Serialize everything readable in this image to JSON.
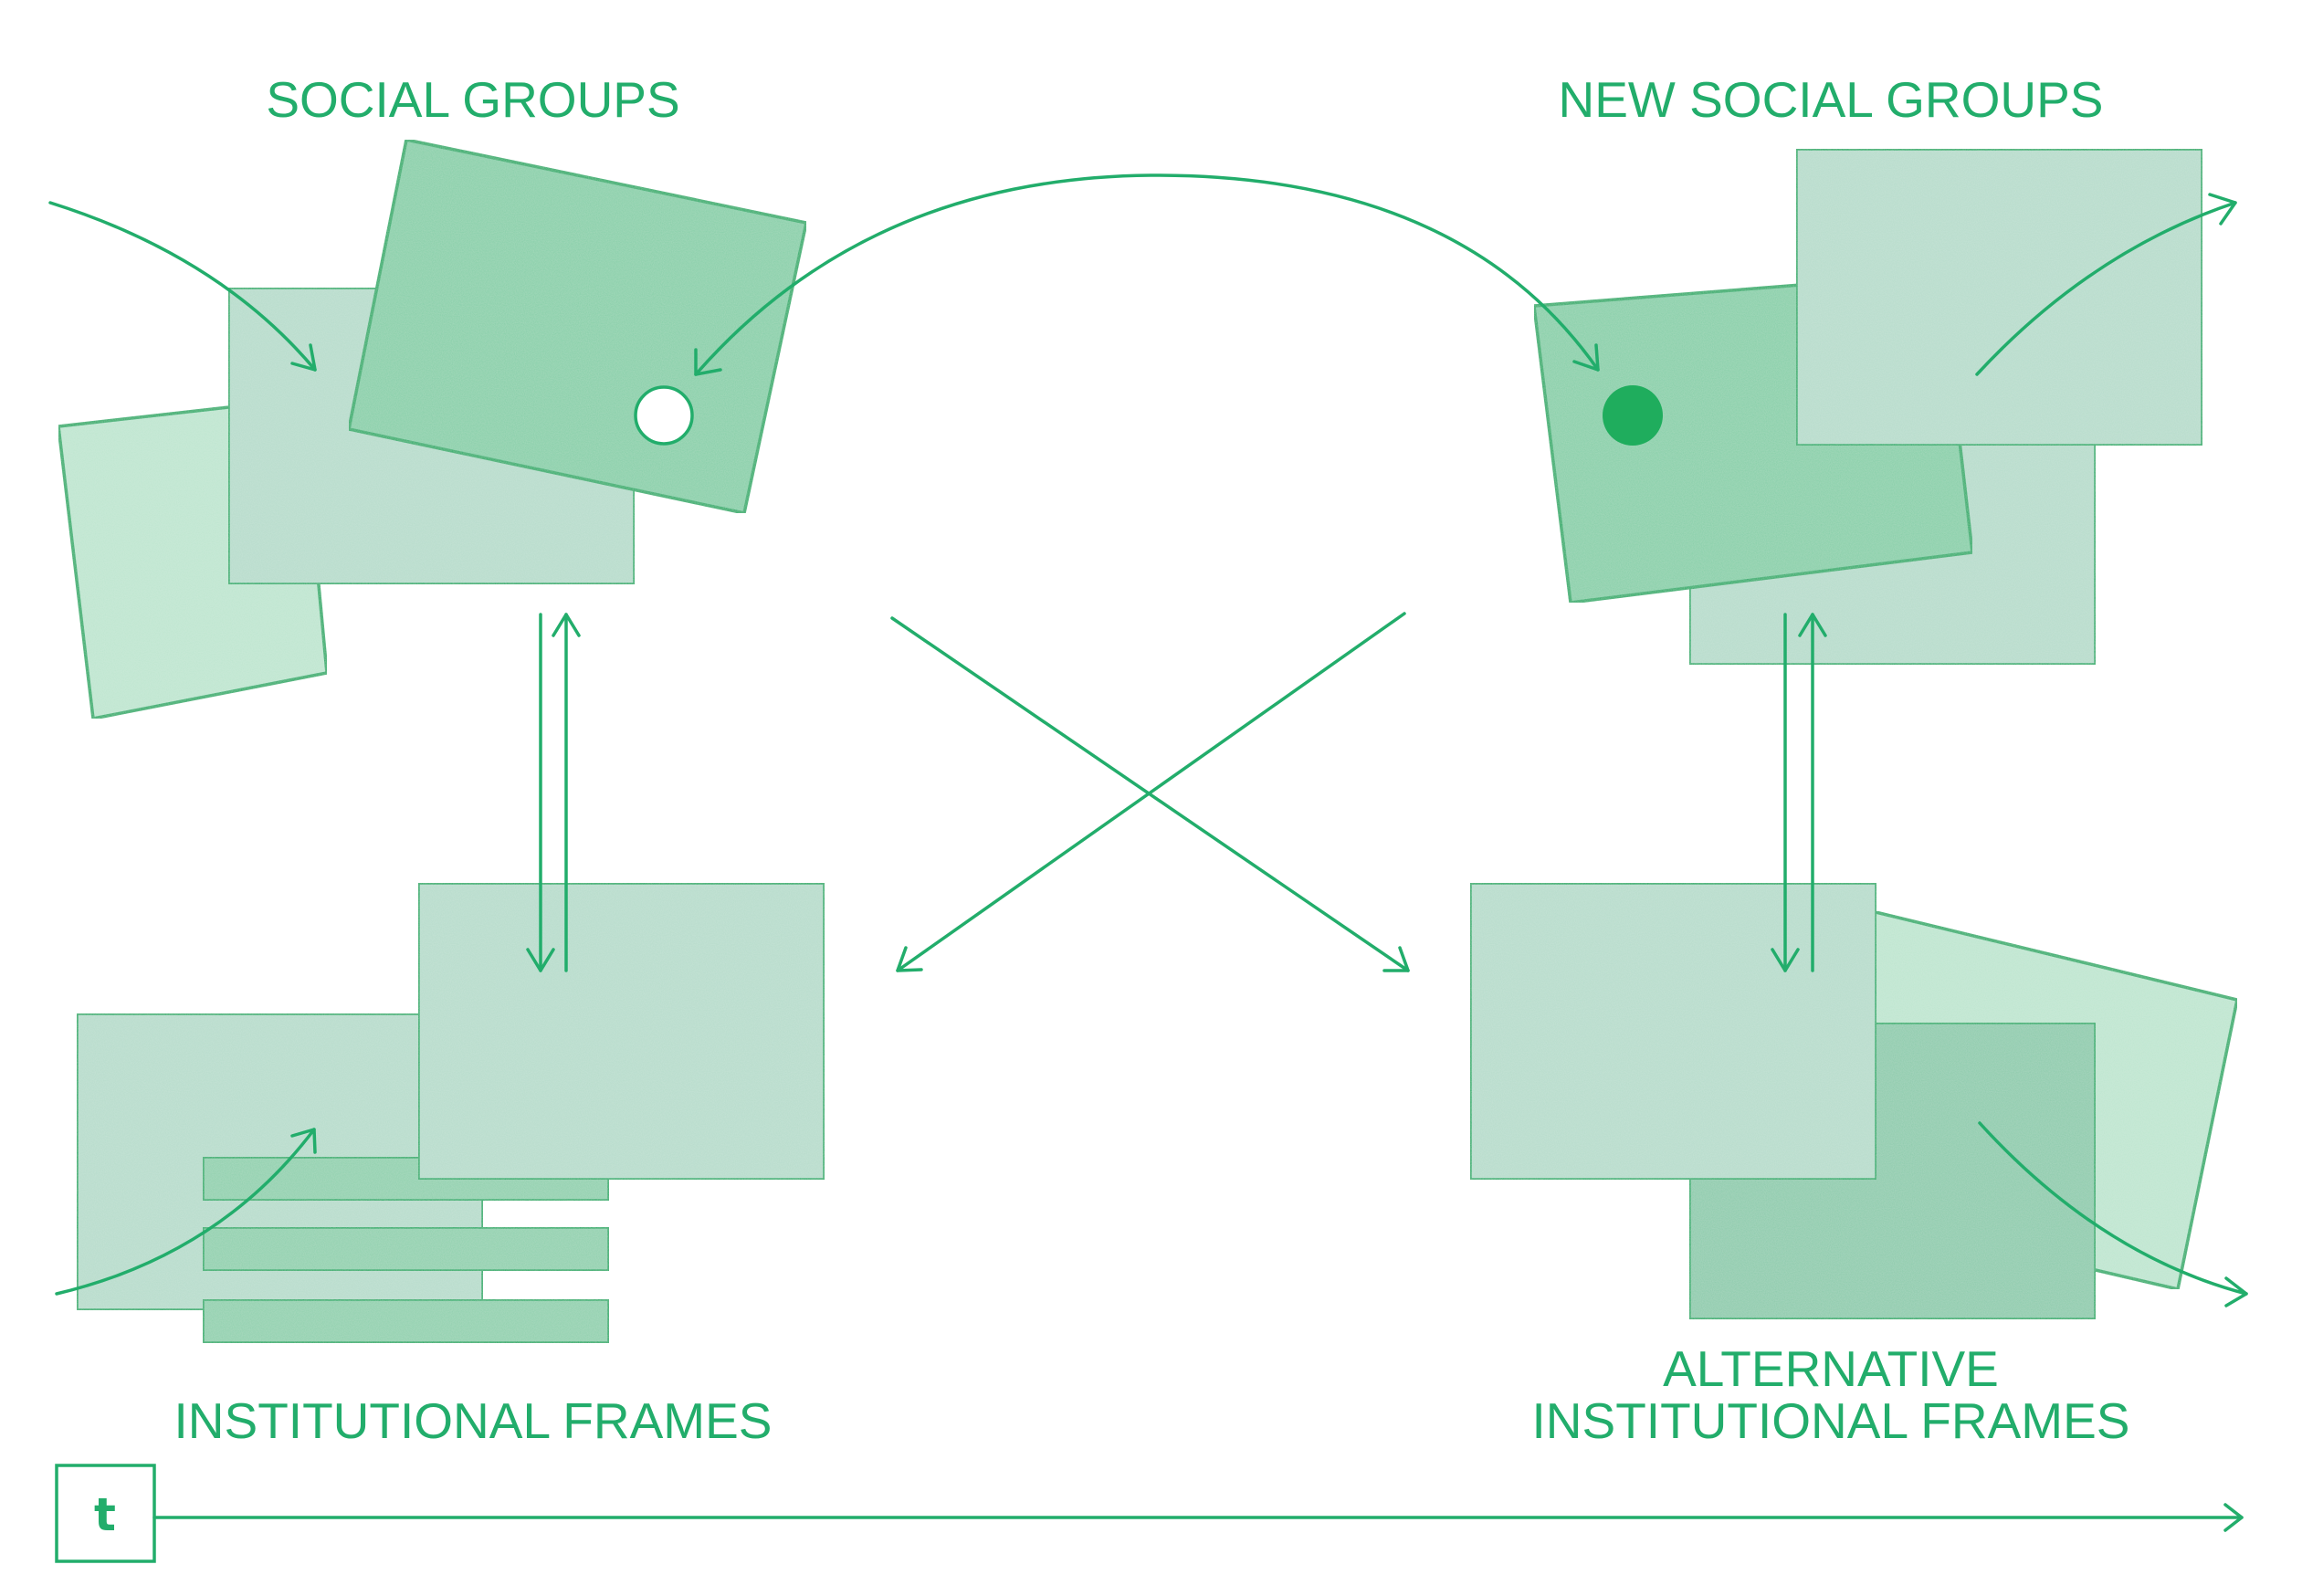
{
  "labels": {
    "social_groups": "SOCIAL GROUPS",
    "new_social_groups": "NEW SOCIAL GROUPS",
    "institutional_frames": "INSTITUTIONAL FRAMES",
    "alternative_line1": "ALTERNATIVE",
    "alternative_line2": "INSTITUTIONAL FRAMES",
    "time": "t"
  },
  "colors": {
    "accent": "#22ad6b",
    "panel_light": "#bde5cf",
    "panel_gray": "#b6dccb",
    "panel_mid": "#86cfa8",
    "panel_dark": "#8ccbac",
    "background": "#ffffff"
  }
}
